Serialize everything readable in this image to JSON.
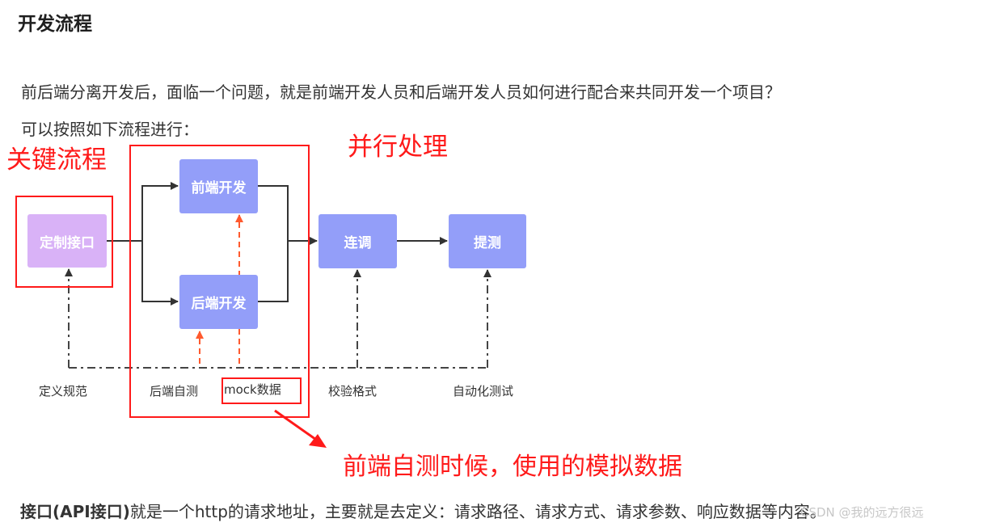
{
  "heading": "开发流程",
  "paragraphs": [
    "前后端分离开发后，面临一个问题，就是前端开发人员和后端开发人员如何进行配合来共同开发一个项目？",
    "可以按照如下流程进行："
  ],
  "annotations": {
    "key_process": "关键流程",
    "parallel": "并行处理",
    "mock_note": "前端自测时候，使用的模拟数据"
  },
  "nodes": {
    "define": "定制接口",
    "frontend": "前端开发",
    "backend": "后端开发",
    "joint": "连调",
    "test": "提测"
  },
  "stage_labels": {
    "define": "定义规范",
    "backend_selftest": "后端自测",
    "mock": "mock数据",
    "check": "校验格式",
    "auto_test": "自动化测试"
  },
  "footer": {
    "bold": "接口(API接口)",
    "rest": "就是一个http的请求地址，主要就是去定义：请求路径、请求方式、请求参数、响应数据等内容。"
  },
  "watermark": "CSDN @我的远方很远",
  "colors": {
    "node_purple": "#d9b2f7",
    "node_blue": "#939ef9",
    "annotation_red": "#ff1a1a",
    "arrow_orange": "#ff5a2e"
  }
}
